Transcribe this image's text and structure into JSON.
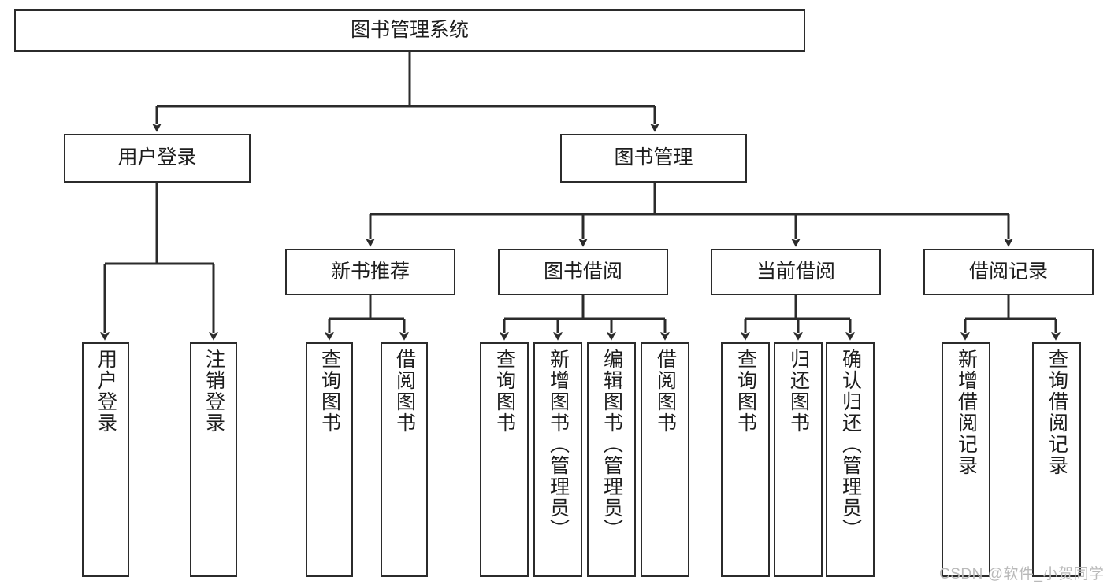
{
  "diagram": {
    "type": "hierarchy-tree",
    "title_node": "图书管理系统",
    "watermark": "CSDN @软件_小贺同学",
    "colors": {
      "box_border": "#2b2b2b",
      "box_fill": "#ffffff",
      "connector": "#2b2b2b",
      "text": "#1d1d1d",
      "watermark": "#b9b9b9",
      "background": "#ffffff"
    },
    "nodes": {
      "root": {
        "label": "图书管理系统",
        "orientation": "horizontal"
      },
      "level2": [
        {
          "id": "user-login",
          "label": "用户登录",
          "orientation": "horizontal"
        },
        {
          "id": "book-manage",
          "label": "图书管理",
          "orientation": "horizontal"
        }
      ],
      "level3": [
        {
          "id": "new-book-rec",
          "label": "新书推荐",
          "orientation": "horizontal"
        },
        {
          "id": "book-borrow",
          "label": "图书借阅",
          "orientation": "horizontal"
        },
        {
          "id": "current-borrow",
          "label": "当前借阅",
          "orientation": "horizontal"
        },
        {
          "id": "borrow-record",
          "label": "借阅记录",
          "orientation": "horizontal"
        }
      ],
      "leaves": [
        {
          "id": "leaf-user-login",
          "label": "用户登录",
          "parent": "user-login",
          "orientation": "vertical"
        },
        {
          "id": "leaf-logout",
          "label": "注销登录",
          "parent": "user-login",
          "orientation": "vertical"
        },
        {
          "id": "leaf-query-book-1",
          "label": "查询图书",
          "parent": "new-book-rec",
          "orientation": "vertical"
        },
        {
          "id": "leaf-borrow-book-1",
          "label": "借阅图书",
          "parent": "new-book-rec",
          "orientation": "vertical"
        },
        {
          "id": "leaf-query-book-2",
          "label": "查询图书",
          "parent": "book-borrow",
          "orientation": "vertical"
        },
        {
          "id": "leaf-add-book",
          "label": "新增图书（管理员）",
          "parent": "book-borrow",
          "orientation": "vertical"
        },
        {
          "id": "leaf-edit-book",
          "label": "编辑图书（管理员）",
          "parent": "book-borrow",
          "orientation": "vertical"
        },
        {
          "id": "leaf-borrow-book-2",
          "label": "借阅图书",
          "parent": "book-borrow",
          "orientation": "vertical"
        },
        {
          "id": "leaf-query-book-3",
          "label": "查询图书",
          "parent": "current-borrow",
          "orientation": "vertical"
        },
        {
          "id": "leaf-return-book",
          "label": "归还图书",
          "parent": "current-borrow",
          "orientation": "vertical"
        },
        {
          "id": "leaf-confirm-return",
          "label": "确认归还（管理员）",
          "parent": "current-borrow",
          "orientation": "vertical"
        },
        {
          "id": "leaf-add-record",
          "label": "新增借阅记录",
          "parent": "borrow-record",
          "orientation": "vertical"
        },
        {
          "id": "leaf-query-record",
          "label": "查询借阅记录",
          "parent": "borrow-record",
          "orientation": "vertical"
        }
      ]
    }
  }
}
